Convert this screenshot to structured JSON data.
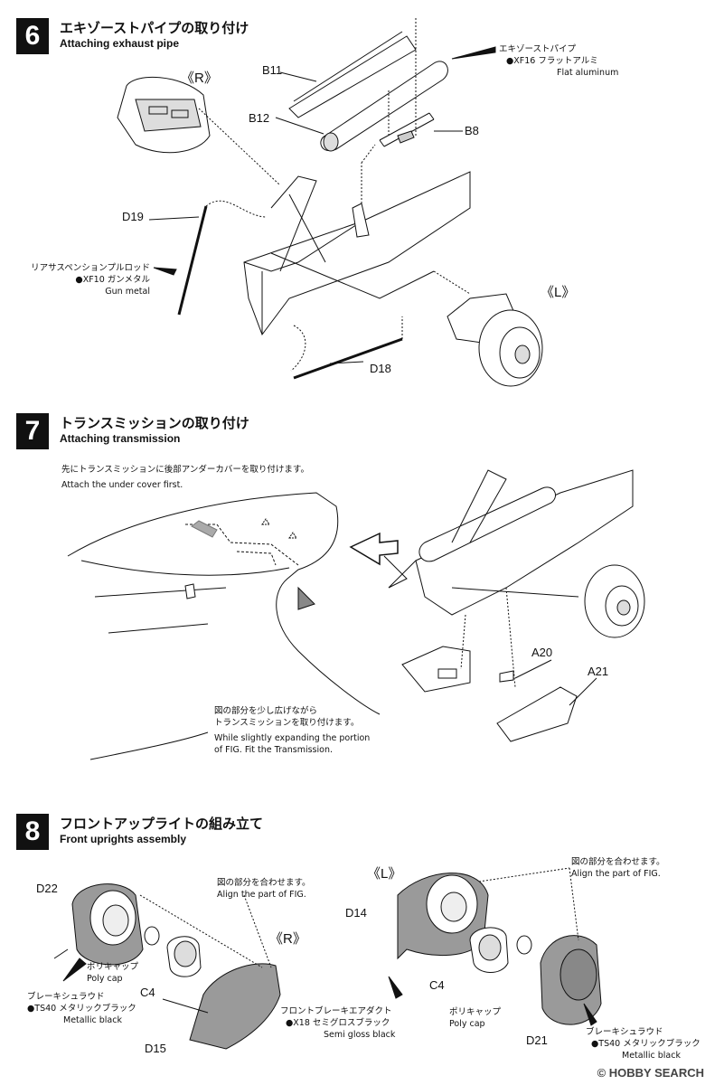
{
  "steps": [
    {
      "number": "6",
      "title_jp": "エキゾーストパイプの取り付け",
      "title_en": "Attaching exhaust pipe"
    },
    {
      "number": "7",
      "title_jp": "トランスミッションの取り付け",
      "title_en": "Attaching transmission"
    },
    {
      "number": "8",
      "title_jp": "フロントアップライトの組み立て",
      "title_en": "Front uprights assembly"
    }
  ],
  "step6": {
    "side_r": "《R》",
    "side_l": "《L》",
    "parts": {
      "b11": "B11",
      "b12": "B12",
      "b8": "B8",
      "d19": "D19",
      "d18": "D18"
    },
    "exhaust": {
      "jp": "エキゾーストパイプ",
      "paint": "●XF16 フラットアルミ",
      "en": "Flat aluminum"
    },
    "pullrod": {
      "jp": "リアサスペンションプルロッド",
      "paint": "●XF10 ガンメタル",
      "en": "Gun metal"
    }
  },
  "step7": {
    "note1_jp": "先にトランスミッションに後部アンダーカバーを取り付けます。",
    "note1_en": "Attach the under cover first.",
    "parts": {
      "a20": "A20",
      "a21": "A21"
    },
    "note2_jp1": "図の部分を少し広げながら",
    "note2_jp2": "トランスミッションを取り付けます。",
    "note2_en1": "While slightly expanding the portion",
    "note2_en2": "of FIG. Fit the Transmission."
  },
  "step8": {
    "side_r": "《R》",
    "side_l": "《L》",
    "parts": {
      "d22": "D22",
      "c4_r": "C4",
      "d15": "D15",
      "d14": "D14",
      "c4_l": "C4",
      "d21": "D21"
    },
    "align_r_jp": "図の部分を合わせます。",
    "align_r_en": "Align the part of FIG.",
    "align_l_jp": "図の部分を合わせます。",
    "align_l_en": "Align the part of FIG.",
    "polycap_r_jp": "ポリキャップ",
    "polycap_r_en": "Poly cap",
    "polycap_l_jp": "ポリキャップ",
    "polycap_l_en": "Poly cap",
    "shroud_r_jp": "ブレーキシュラウド",
    "shroud_r_paint": "●TS40 メタリックブラック",
    "shroud_r_en": "Metallic black",
    "duct_jp": "フロントブレーキエアダクト",
    "duct_paint": "●X18 セミグロスブラック",
    "duct_en": "Semi gloss black",
    "shroud_l_jp": "ブレーキシュラウド",
    "shroud_l_paint": "●TS40 メタリックブラック",
    "shroud_l_en": "Metallic black"
  },
  "watermark": "© HOBBY SEARCH",
  "colors": {
    "ink": "#111111",
    "grey_part": "#9a9a9a",
    "light_part": "#d8d8d8"
  }
}
